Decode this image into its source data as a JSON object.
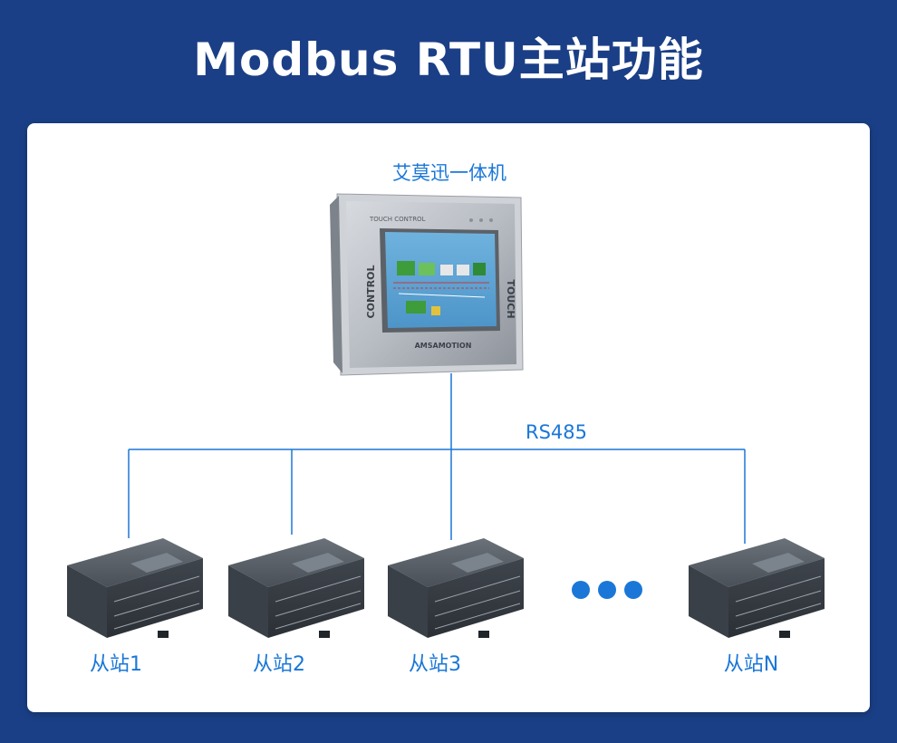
{
  "page_title": "Modbus RTU主站功能",
  "colors": {
    "background": "#1b3f86",
    "panel": "#ffffff",
    "link": "#1a77d8",
    "dots": "#1a77d8"
  },
  "master": {
    "label": "艾莫迅一体机",
    "screen_header": "TOUCH CONTROL",
    "side_left": "CONTROL",
    "side_right": "TOUCH",
    "brand": "AMSAMOTION"
  },
  "bus_label": "RS485",
  "slaves": [
    {
      "label": "从站1"
    },
    {
      "label": "从站2"
    },
    {
      "label": "从站3"
    },
    {
      "label": "从站N"
    }
  ],
  "ellipsis_icon": "three-dots-icon"
}
